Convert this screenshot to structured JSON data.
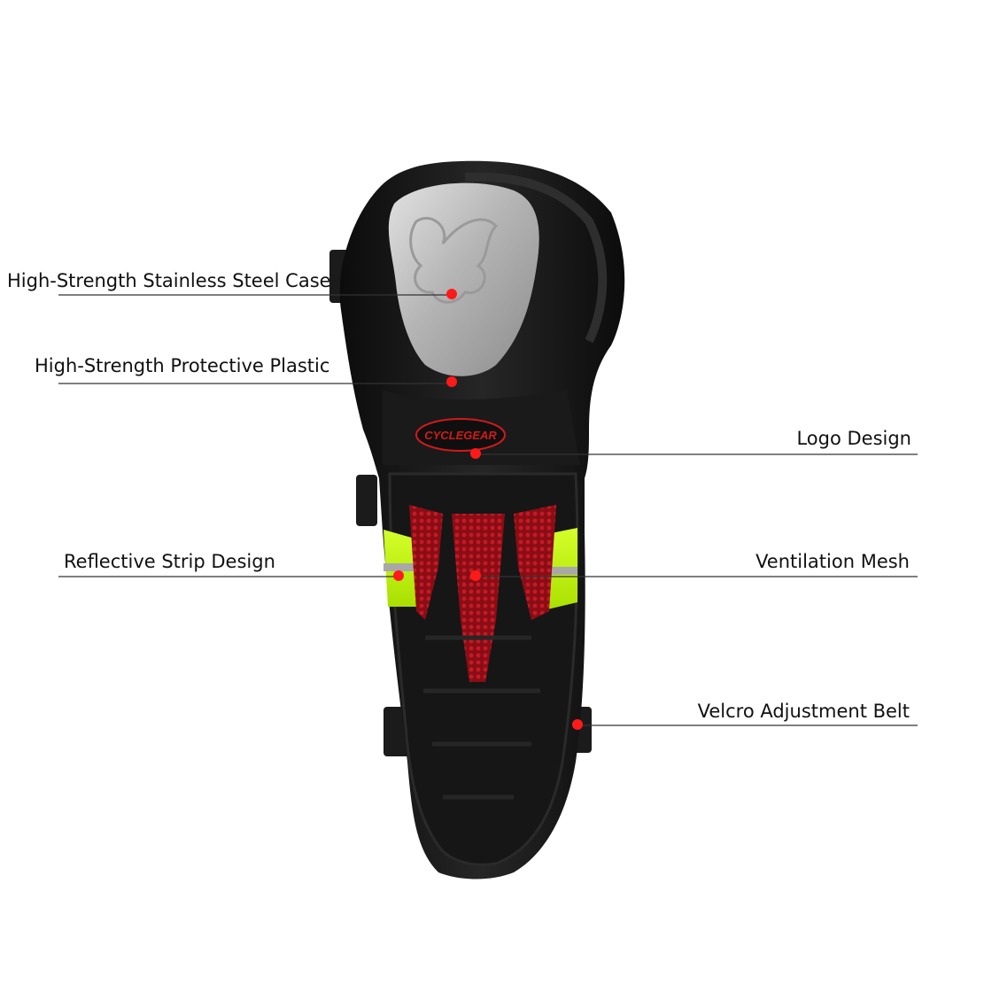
{
  "colors": {
    "background": "#ffffff",
    "shell": "#131313",
    "steel": "#bcbcbc",
    "mesh": "#a4111b",
    "reflective": "#c9ff1e",
    "dot": "#ff1a1a",
    "line": "#333333",
    "logo_text": "#d11a1a"
  },
  "product": {
    "logo_text": "CYCLEGEAR"
  },
  "callouts": {
    "steel_case": "High-Strength Stainless Steel Case",
    "protective_plastic": "High-Strength Protective Plastic",
    "logo_design": "Logo Design",
    "reflective_strip": "Reflective Strip Design",
    "ventilation_mesh": "Ventilation Mesh",
    "velcro_belt": "Velcro Adjustment Belt"
  }
}
